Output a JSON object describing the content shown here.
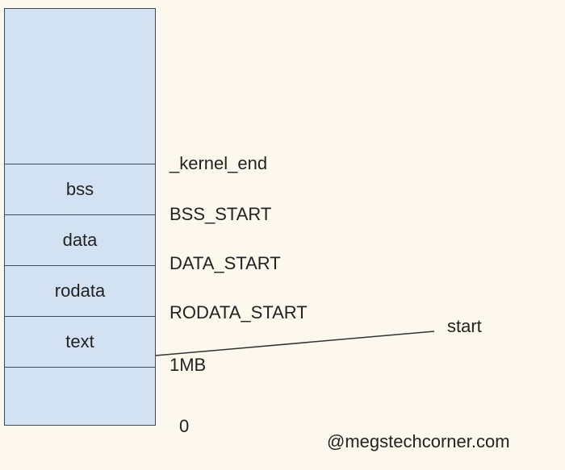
{
  "segments": {
    "bss": "bss",
    "data": "data",
    "rodata": "rodata",
    "text": "text"
  },
  "addresses": {
    "kernel_end": "_kernel_end",
    "bss_start": "BSS_START",
    "data_start": "DATA_START",
    "rodata_start": "RODATA_START",
    "one_mb": "1MB",
    "zero": "0"
  },
  "start_label": "start",
  "credit": "@megstechcorner.com",
  "colors": {
    "background": "#fdf8ee",
    "segment_fill": "#d2e2f3",
    "border": "#3c4a5a"
  }
}
